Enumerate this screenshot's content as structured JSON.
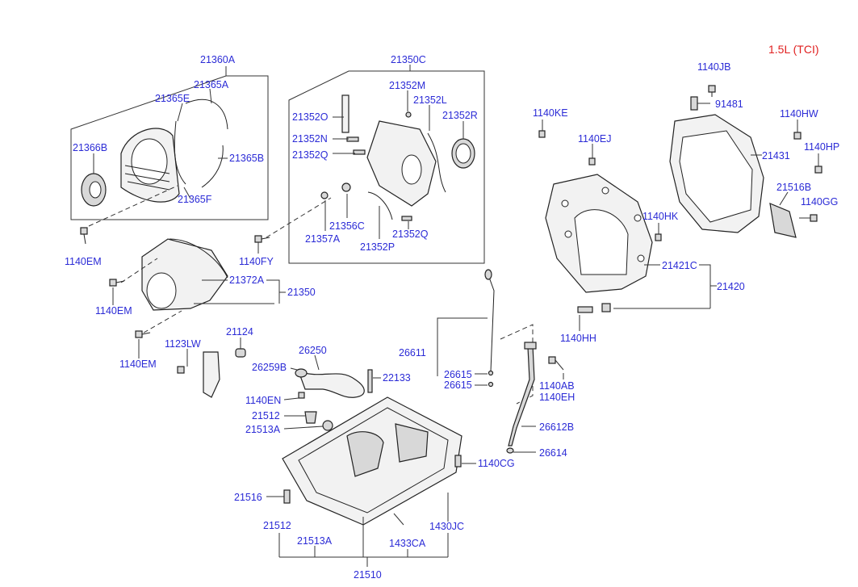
{
  "title": "1.5L (TCI)",
  "labels": {
    "l21360A": "21360A",
    "l21365A": "21365A",
    "l21365E": "21365E",
    "l21366B": "21366B",
    "l21365B": "21365B",
    "l21365F": "21365F",
    "l1140EM_a": "1140EM",
    "l21350C": "21350C",
    "l21352M": "21352M",
    "l21352L": "21352L",
    "l21352O": "21352O",
    "l21352R": "21352R",
    "l21352N": "21352N",
    "l21352Q_a": "21352Q",
    "l21356C": "21356C",
    "l21357A": "21357A",
    "l21352P": "21352P",
    "l21352Q_b": "21352Q",
    "l1140FY": "1140FY",
    "l21372A": "21372A",
    "l21350": "21350",
    "l1140EM_b": "1140EM",
    "l1140EM_c": "1140EM",
    "l1123LW": "1123LW",
    "l21124": "21124",
    "l26250": "26250",
    "l26259B": "26259B",
    "l22133": "22133",
    "l1140EN": "1140EN",
    "l21512_a": "21512",
    "l21513A_a": "21513A",
    "l26611": "26611",
    "l26615_a": "26615",
    "l26615_b": "26615",
    "l1140CG": "1140CG",
    "l21516": "21516",
    "l21512_b": "21512",
    "l21513A_b": "21513A",
    "l1433CA": "1433CA",
    "l1430JC": "1430JC",
    "l21510": "21510",
    "l1140JB": "1140JB",
    "l91481": "91481",
    "l1140KE": "1140KE",
    "l1140EJ": "1140EJ",
    "l1140HW": "1140HW",
    "l21431": "21431",
    "l1140HP": "1140HP",
    "l21516B": "21516B",
    "l1140GG": "1140GG",
    "l1140HK": "1140HK",
    "l21421C": "21421C",
    "l21420": "21420",
    "l1140HH": "1140HH",
    "l1140AB": "1140AB",
    "l1140EH": "1140EH",
    "l26612B": "26612B",
    "l26614": "26614"
  },
  "colors": {
    "label": "#2b2bd6",
    "title": "#e02020",
    "line": "#333333"
  }
}
